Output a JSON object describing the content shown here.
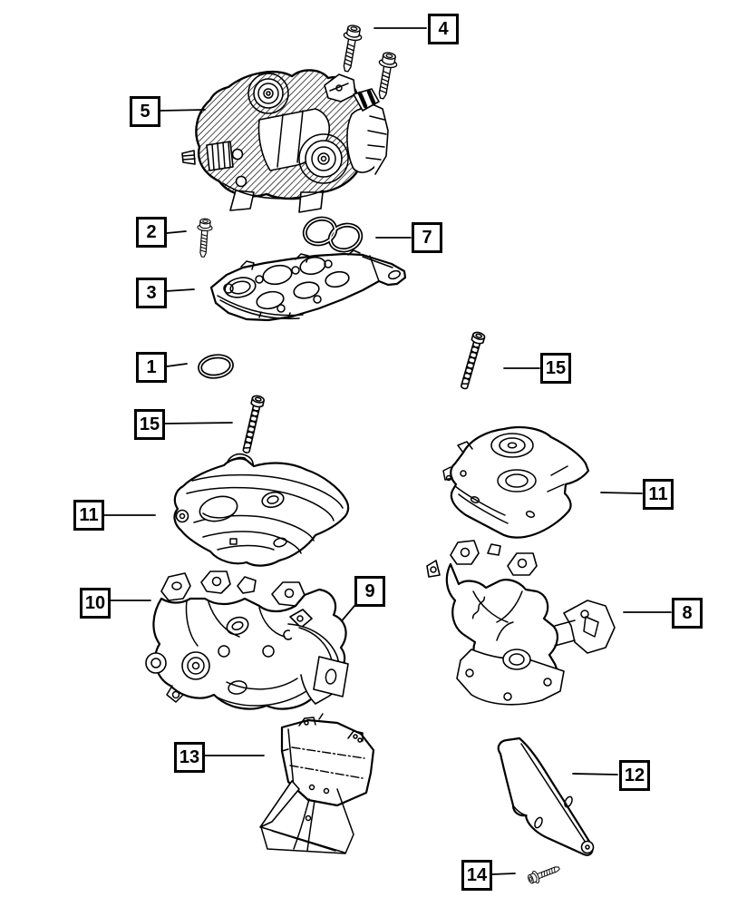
{
  "diagram": {
    "background_color": "#ffffff",
    "line_color": "#000000",
    "callouts": [
      {
        "id": "callout-4",
        "label": "4"
      },
      {
        "id": "callout-5",
        "label": "5"
      },
      {
        "id": "callout-2",
        "label": "2"
      },
      {
        "id": "callout-7",
        "label": "7"
      },
      {
        "id": "callout-3",
        "label": "3"
      },
      {
        "id": "callout-1",
        "label": "1"
      },
      {
        "id": "callout-15-right",
        "label": "15"
      },
      {
        "id": "callout-15-left",
        "label": "15"
      },
      {
        "id": "callout-11-right",
        "label": "11"
      },
      {
        "id": "callout-11-left",
        "label": "11"
      },
      {
        "id": "callout-10",
        "label": "10"
      },
      {
        "id": "callout-9",
        "label": "9"
      },
      {
        "id": "callout-8",
        "label": "8"
      },
      {
        "id": "callout-13",
        "label": "13"
      },
      {
        "id": "callout-12",
        "label": "12"
      },
      {
        "id": "callout-14",
        "label": "14"
      }
    ]
  }
}
